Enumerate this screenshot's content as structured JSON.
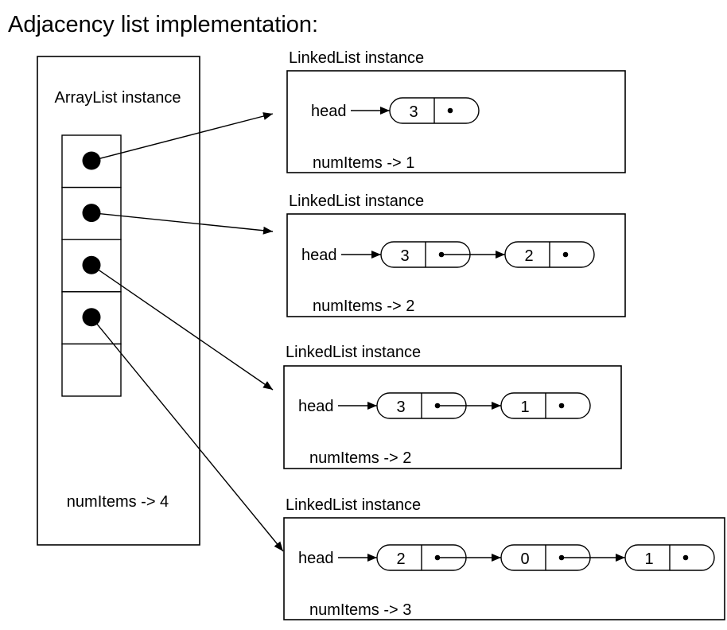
{
  "title": "Adjacency list implementation:",
  "array_list": {
    "label": "ArrayList instance",
    "num_items": "numItems -> 4",
    "slot_count": 5,
    "filled_slots": 4
  },
  "linked_lists": [
    {
      "label": "LinkedList instance",
      "head_label": "head",
      "nodes": [
        "3"
      ],
      "num_items": "numItems -> 1"
    },
    {
      "label": "LinkedList instance",
      "head_label": "head",
      "nodes": [
        "3",
        "2"
      ],
      "num_items": "numItems -> 2"
    },
    {
      "label": "LinkedList instance",
      "head_label": "head",
      "nodes": [
        "3",
        "1"
      ],
      "num_items": "numItems -> 2"
    },
    {
      "label": "LinkedList instance",
      "head_label": "head",
      "nodes": [
        "2",
        "0",
        "1"
      ],
      "num_items": "numItems -> 3"
    }
  ]
}
